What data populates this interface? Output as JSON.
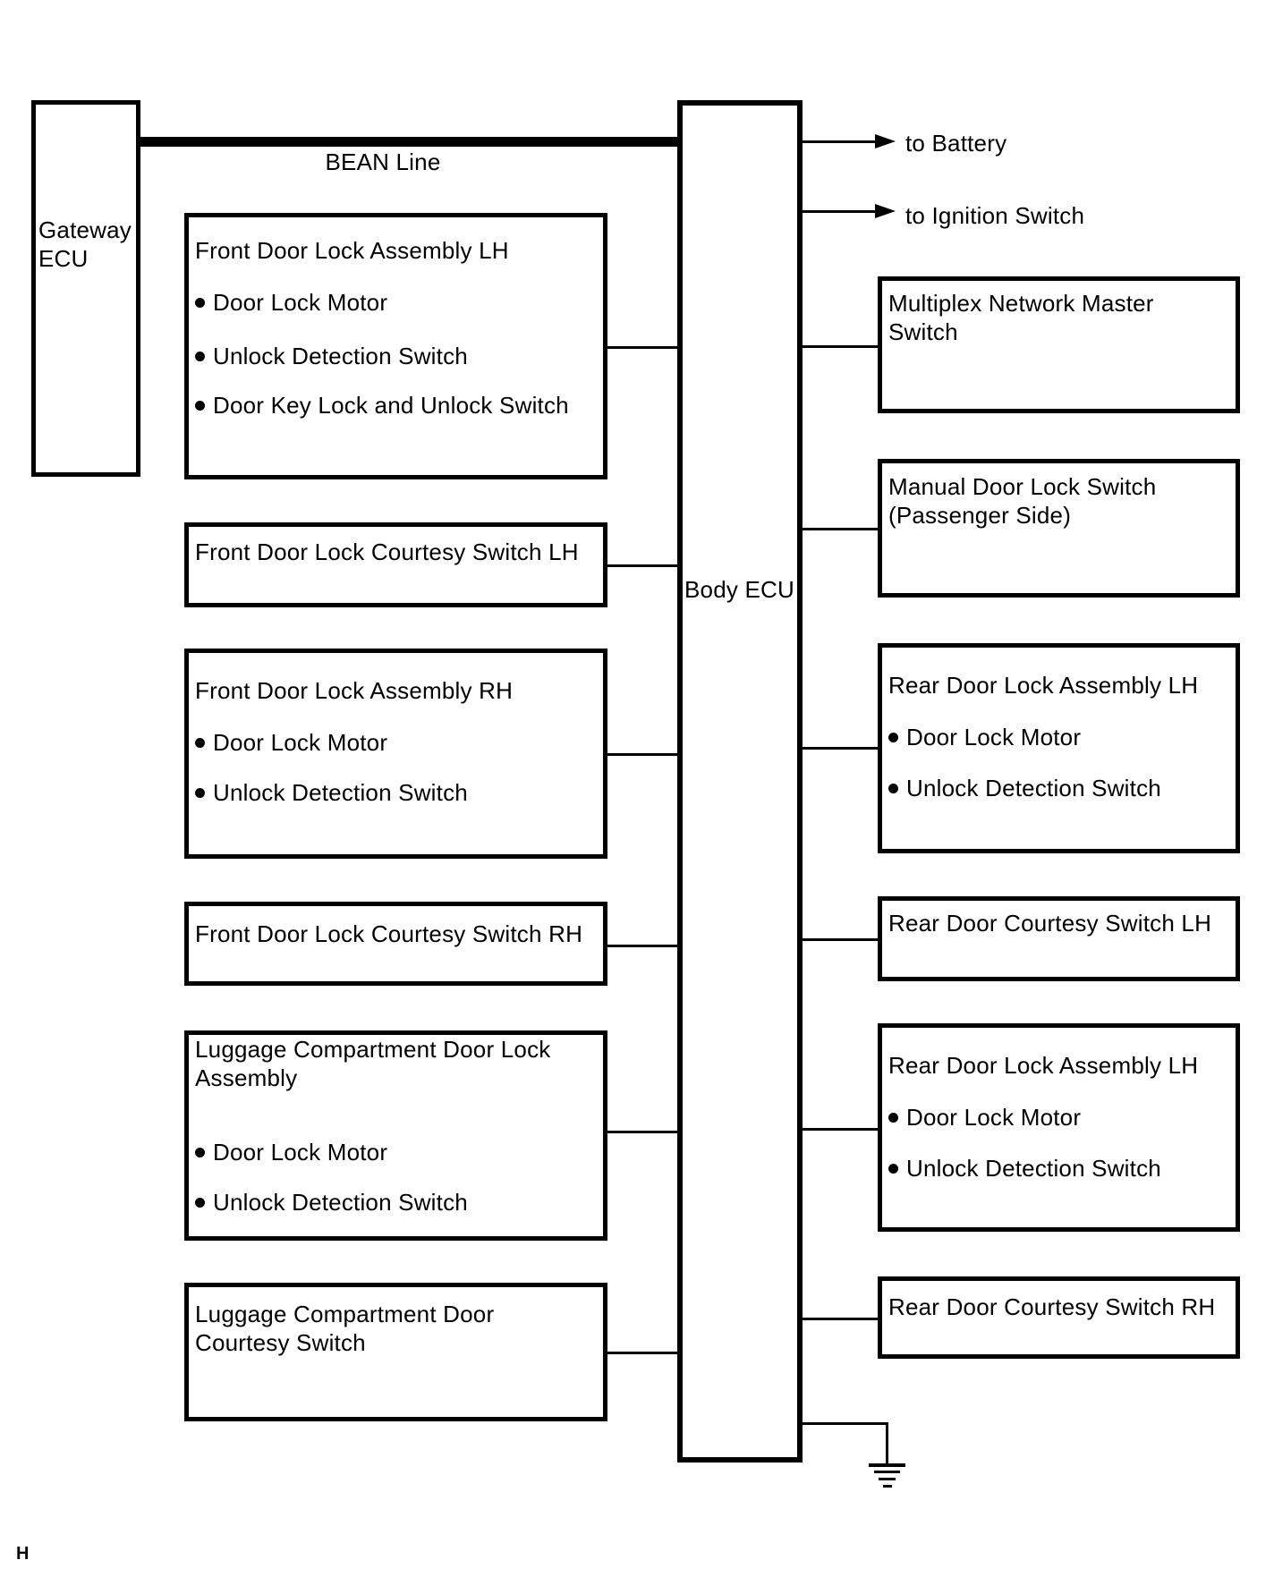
{
  "diagram": {
    "gateway_ecu_label": "Gateway ECU",
    "body_ecu_label": "Body ECU",
    "bean_line_label": "BEAN Line",
    "arrows": [
      {
        "label": "to Battery"
      },
      {
        "label": "to Ignition Switch"
      }
    ],
    "left_boxes": [
      {
        "title_lines": [
          "Front Door Lock Assembly LH"
        ],
        "bullets": [
          "Door Lock Motor",
          "Unlock Detection Switch",
          "Door Key Lock and Unlock Switch"
        ]
      },
      {
        "title_lines": [
          "Front Door Lock Courtesy Switch LH"
        ],
        "bullets": []
      },
      {
        "title_lines": [
          "Front Door Lock Assembly RH"
        ],
        "bullets": [
          "Door Lock Motor",
          "Unlock Detection Switch"
        ]
      },
      {
        "title_lines": [
          "Front Door Lock Courtesy Switch RH"
        ],
        "bullets": []
      },
      {
        "title_lines": [
          "Luggage Compartment Door Lock",
          "Assembly"
        ],
        "bullets": [
          "Door Lock Motor",
          "Unlock Detection Switch"
        ]
      },
      {
        "title_lines": [
          "Luggage Compartment Door",
          "Courtesy Switch"
        ],
        "bullets": []
      }
    ],
    "right_boxes": [
      {
        "title_lines": [
          "Multiplex Network Master",
          "Switch"
        ],
        "bullets": []
      },
      {
        "title_lines": [
          "Manual Door Lock Switch",
          "(Passenger Side)"
        ],
        "bullets": []
      },
      {
        "title_lines": [
          "Rear Door Lock Assembly LH"
        ],
        "bullets": [
          "Door Lock Motor",
          "Unlock Detection Switch"
        ]
      },
      {
        "title_lines": [
          "Rear Door Courtesy Switch LH"
        ],
        "bullets": []
      },
      {
        "title_lines": [
          "Rear Door Lock Assembly LH"
        ],
        "bullets": [
          "Door Lock Motor",
          "Unlock Detection Switch"
        ]
      },
      {
        "title_lines": [
          "Rear Door Courtesy Switch RH"
        ],
        "bullets": []
      }
    ],
    "ground_symbol": "ground",
    "page_marker": "H",
    "colors": {
      "line": "#000000",
      "background": "#ffffff"
    }
  }
}
